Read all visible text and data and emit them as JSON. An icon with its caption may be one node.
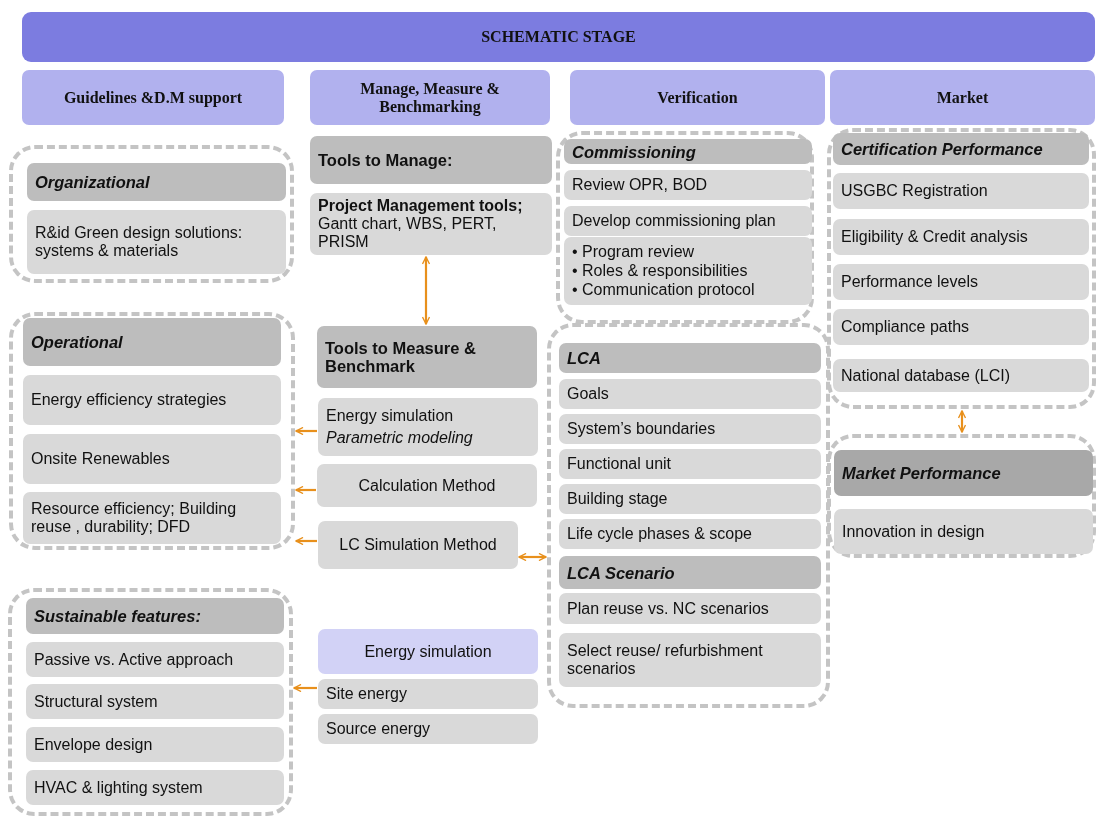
{
  "diagram": {
    "nodes": [
      {
        "text": [
          "SCHEMATIC STAGE"
        ]
      },
      {
        "text": [
          "Guidelines &D.M support"
        ]
      },
      {
        "text": [
          "Manage, Measure & Benchmarking"
        ]
      },
      {
        "text": [
          "Verification"
        ]
      },
      {
        "text": [
          "Market"
        ]
      },
      {
        "text": [],
        "shape": "box"
      },
      {
        "text": [
          "Organizational"
        ],
        "in": 5
      },
      {
        "text": [
          "R&id Green design solutions: systems & materials"
        ],
        "in": 5
      },
      {
        "text": [],
        "shape": "box"
      },
      {
        "text": [
          "Operational"
        ],
        "in": 8
      },
      {
        "text": [
          "Energy efficiency strategies"
        ],
        "in": 8
      },
      {
        "text": [
          "Onsite Renewables"
        ],
        "in": 8
      },
      {
        "text": [
          "Resource efficiency; Building reuse , durability; DFD"
        ],
        "in": 8
      },
      {
        "text": [],
        "shape": "box"
      },
      {
        "text": [
          "Sustainable features:"
        ],
        "in": 13
      },
      {
        "text": [
          "Passive vs. Active approach"
        ],
        "in": 13
      },
      {
        "text": [
          "Structural system"
        ],
        "in": 13
      },
      {
        "text": [
          "Envelope design"
        ],
        "in": 13
      },
      {
        "text": [
          "HVAC & lighting system"
        ],
        "in": 13
      },
      {
        "text": [
          "Tools to Manage:"
        ]
      },
      {
        "text": [
          "**Project Management tools;** Gantt chart, WBS, PERT, PRISM"
        ]
      },
      {
        "text": [
          "Tools to Measure & Benchmark"
        ]
      },
      {
        "text": [
          "Energy simulation",
          "Parametric modeling"
        ]
      },
      {
        "text": [
          "Calculation Method"
        ]
      },
      {
        "text": [
          "LC Simulation Method"
        ]
      },
      {
        "text": [
          "Energy simulation"
        ]
      },
      {
        "text": [
          "Site energy"
        ]
      },
      {
        "text": [
          "Source energy"
        ]
      },
      {
        "text": [],
        "shape": "box"
      },
      {
        "text": [
          "Commissioning"
        ],
        "in": 28
      },
      {
        "text": [
          "Review OPR, BOD"
        ],
        "in": 28
      },
      {
        "text": [
          "Develop commissioning plan"
        ],
        "in": 28
      },
      {
        "text": [
          "• Program review",
          "• Roles & responsibilities",
          "• Communication protocol"
        ],
        "in": 28
      },
      {
        "text": [],
        "shape": "box"
      },
      {
        "text": [
          "LCA"
        ],
        "in": 33
      },
      {
        "text": [
          "Goals"
        ],
        "in": 33
      },
      {
        "text": [
          "System’s boundaries"
        ],
        "in": 33
      },
      {
        "text": [
          "Functional unit"
        ],
        "in": 33
      },
      {
        "text": [
          "Building stage"
        ],
        "in": 33
      },
      {
        "text": [
          "Life cycle phases & scope"
        ],
        "in": 33
      },
      {
        "text": [
          "LCA Scenario"
        ],
        "in": 33
      },
      {
        "text": [
          "Plan reuse vs. NC scenarios"
        ],
        "in": 33
      },
      {
        "text": [
          "Select reuse/ refurbishment scenarios"
        ],
        "in": 33
      },
      {
        "text": [],
        "shape": "box"
      },
      {
        "text": [
          "Certification Performance"
        ],
        "in": 43
      },
      {
        "text": [
          "USGBC Registration"
        ],
        "in": 43
      },
      {
        "text": [
          "Eligibility & Credit analysis"
        ],
        "in": 43
      },
      {
        "text": [
          "Performance levels"
        ],
        "in": 43
      },
      {
        "text": [
          "Compliance paths"
        ],
        "in": 43
      },
      {
        "text": [
          "National database (LCI)"
        ],
        "in": 43
      },
      {
        "text": [],
        "shape": "box"
      },
      {
        "text": [
          "Market Performance"
        ],
        "in": 50
      },
      {
        "text": [
          "Innovation in design"
        ],
        "in": 50
      }
    ],
    "edges": [
      {
        "from": 20,
        "to": 21,
        "arrow": "both"
      },
      {
        "from": 22,
        "to": 8,
        "arrow": "to"
      },
      {
        "from": 23,
        "to": 8,
        "arrow": "to"
      },
      {
        "from": 24,
        "to": 8,
        "arrow": "to"
      },
      {
        "from": 24,
        "to": 33,
        "arrow": "both"
      },
      {
        "from": 26,
        "to": 13,
        "arrow": "to"
      },
      {
        "from": 43,
        "to": 50,
        "arrow": "both"
      }
    ]
  }
}
